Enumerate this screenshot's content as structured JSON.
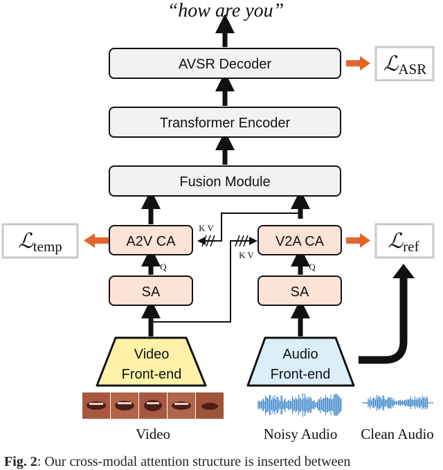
{
  "output_text": "“how are you”",
  "blocks": {
    "decoder": "AVSR Decoder",
    "encoder": "Transformer Encoder",
    "fusion": "Fusion Module",
    "a2v": "A2V CA",
    "v2a": "V2A CA",
    "sa_video": "SA",
    "sa_audio": "SA",
    "video_frontend": [
      "Video",
      "Front-end"
    ],
    "audio_frontend": [
      "Audio",
      "Front-end"
    ]
  },
  "losses": {
    "asr": {
      "symbol": "ℒ",
      "subscript": "ASR"
    },
    "temp": {
      "symbol": "ℒ",
      "subscript": "temp"
    },
    "ref": {
      "symbol": "ℒ",
      "subscript": "ref"
    }
  },
  "port_labels": {
    "kv": "K V",
    "q": "Q"
  },
  "inputs": {
    "video": "Video",
    "noisy_audio": "Noisy Audio",
    "clean_audio": "Clean Audio"
  },
  "caption": {
    "label": "Fig. 2",
    "text": ": Our cross-modal attention structure is inserted between"
  },
  "colors": {
    "block_gray": "#f2f2f2",
    "block_pink": "#fbe3d6",
    "video_frontend": "#fff2a8",
    "audio_frontend": "#dbeef9",
    "loss_arrow": "#e2642a",
    "loss_box_border": "#c9c9c9",
    "waveform": "#3f86c9"
  }
}
